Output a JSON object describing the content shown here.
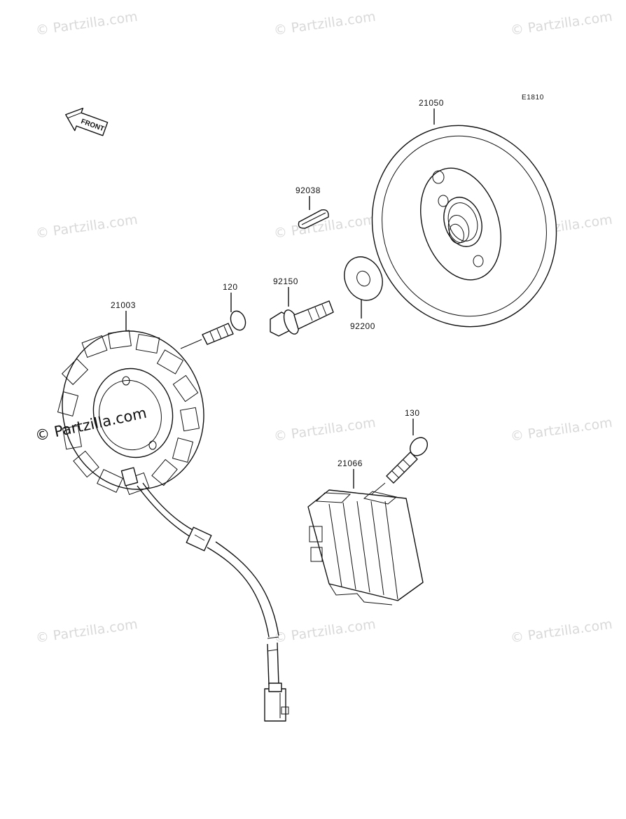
{
  "diagram_code": "E1810",
  "direction_label": "FRONT",
  "watermark": "© Partzilla.com",
  "parts": [
    {
      "id": "flywheel",
      "number": "21050"
    },
    {
      "id": "key",
      "number": "92038"
    },
    {
      "id": "bolt-120",
      "number": "120"
    },
    {
      "id": "bolt-92150",
      "number": "92150"
    },
    {
      "id": "washer",
      "number": "92200"
    },
    {
      "id": "stator",
      "number": "21003"
    },
    {
      "id": "bolt-130",
      "number": "130"
    },
    {
      "id": "regulator",
      "number": "21066"
    }
  ]
}
